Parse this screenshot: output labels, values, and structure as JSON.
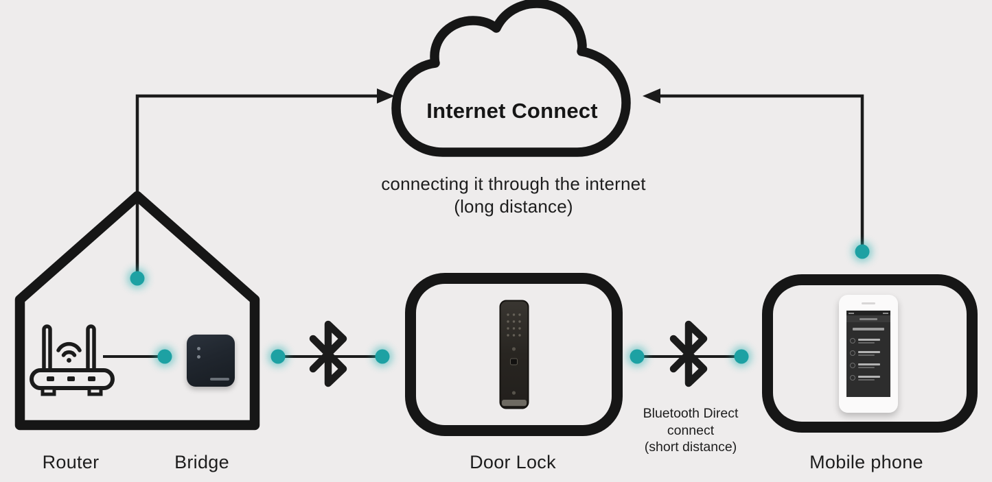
{
  "cloud": {
    "label": "Internet Connect"
  },
  "internet_note": {
    "line1": "connecting it through the internet",
    "line2": "(long distance)"
  },
  "bluetooth_note": {
    "line1": "Bluetooth Direct",
    "line2": "connect",
    "line3": "(short distance)"
  },
  "labels": {
    "router": "Router",
    "bridge": "Bridge",
    "door_lock": "Door Lock",
    "mobile_phone": "Mobile phone"
  },
  "icons": {
    "cloud": "cloud-outline-icon",
    "bluetooth": "bluetooth-icon",
    "router": "wifi-router-icon",
    "house": "house-outline-icon",
    "connection_dot": "teal-glow-dot"
  },
  "colors": {
    "background": "#eeecec",
    "line": "#1b1b1b",
    "accent_teal": "#1da1a3",
    "bridge_device": "#20262e",
    "lock_device": "#2e2b26",
    "phone_body": "#fbfafa",
    "phone_screen": "#2d2d2d"
  }
}
